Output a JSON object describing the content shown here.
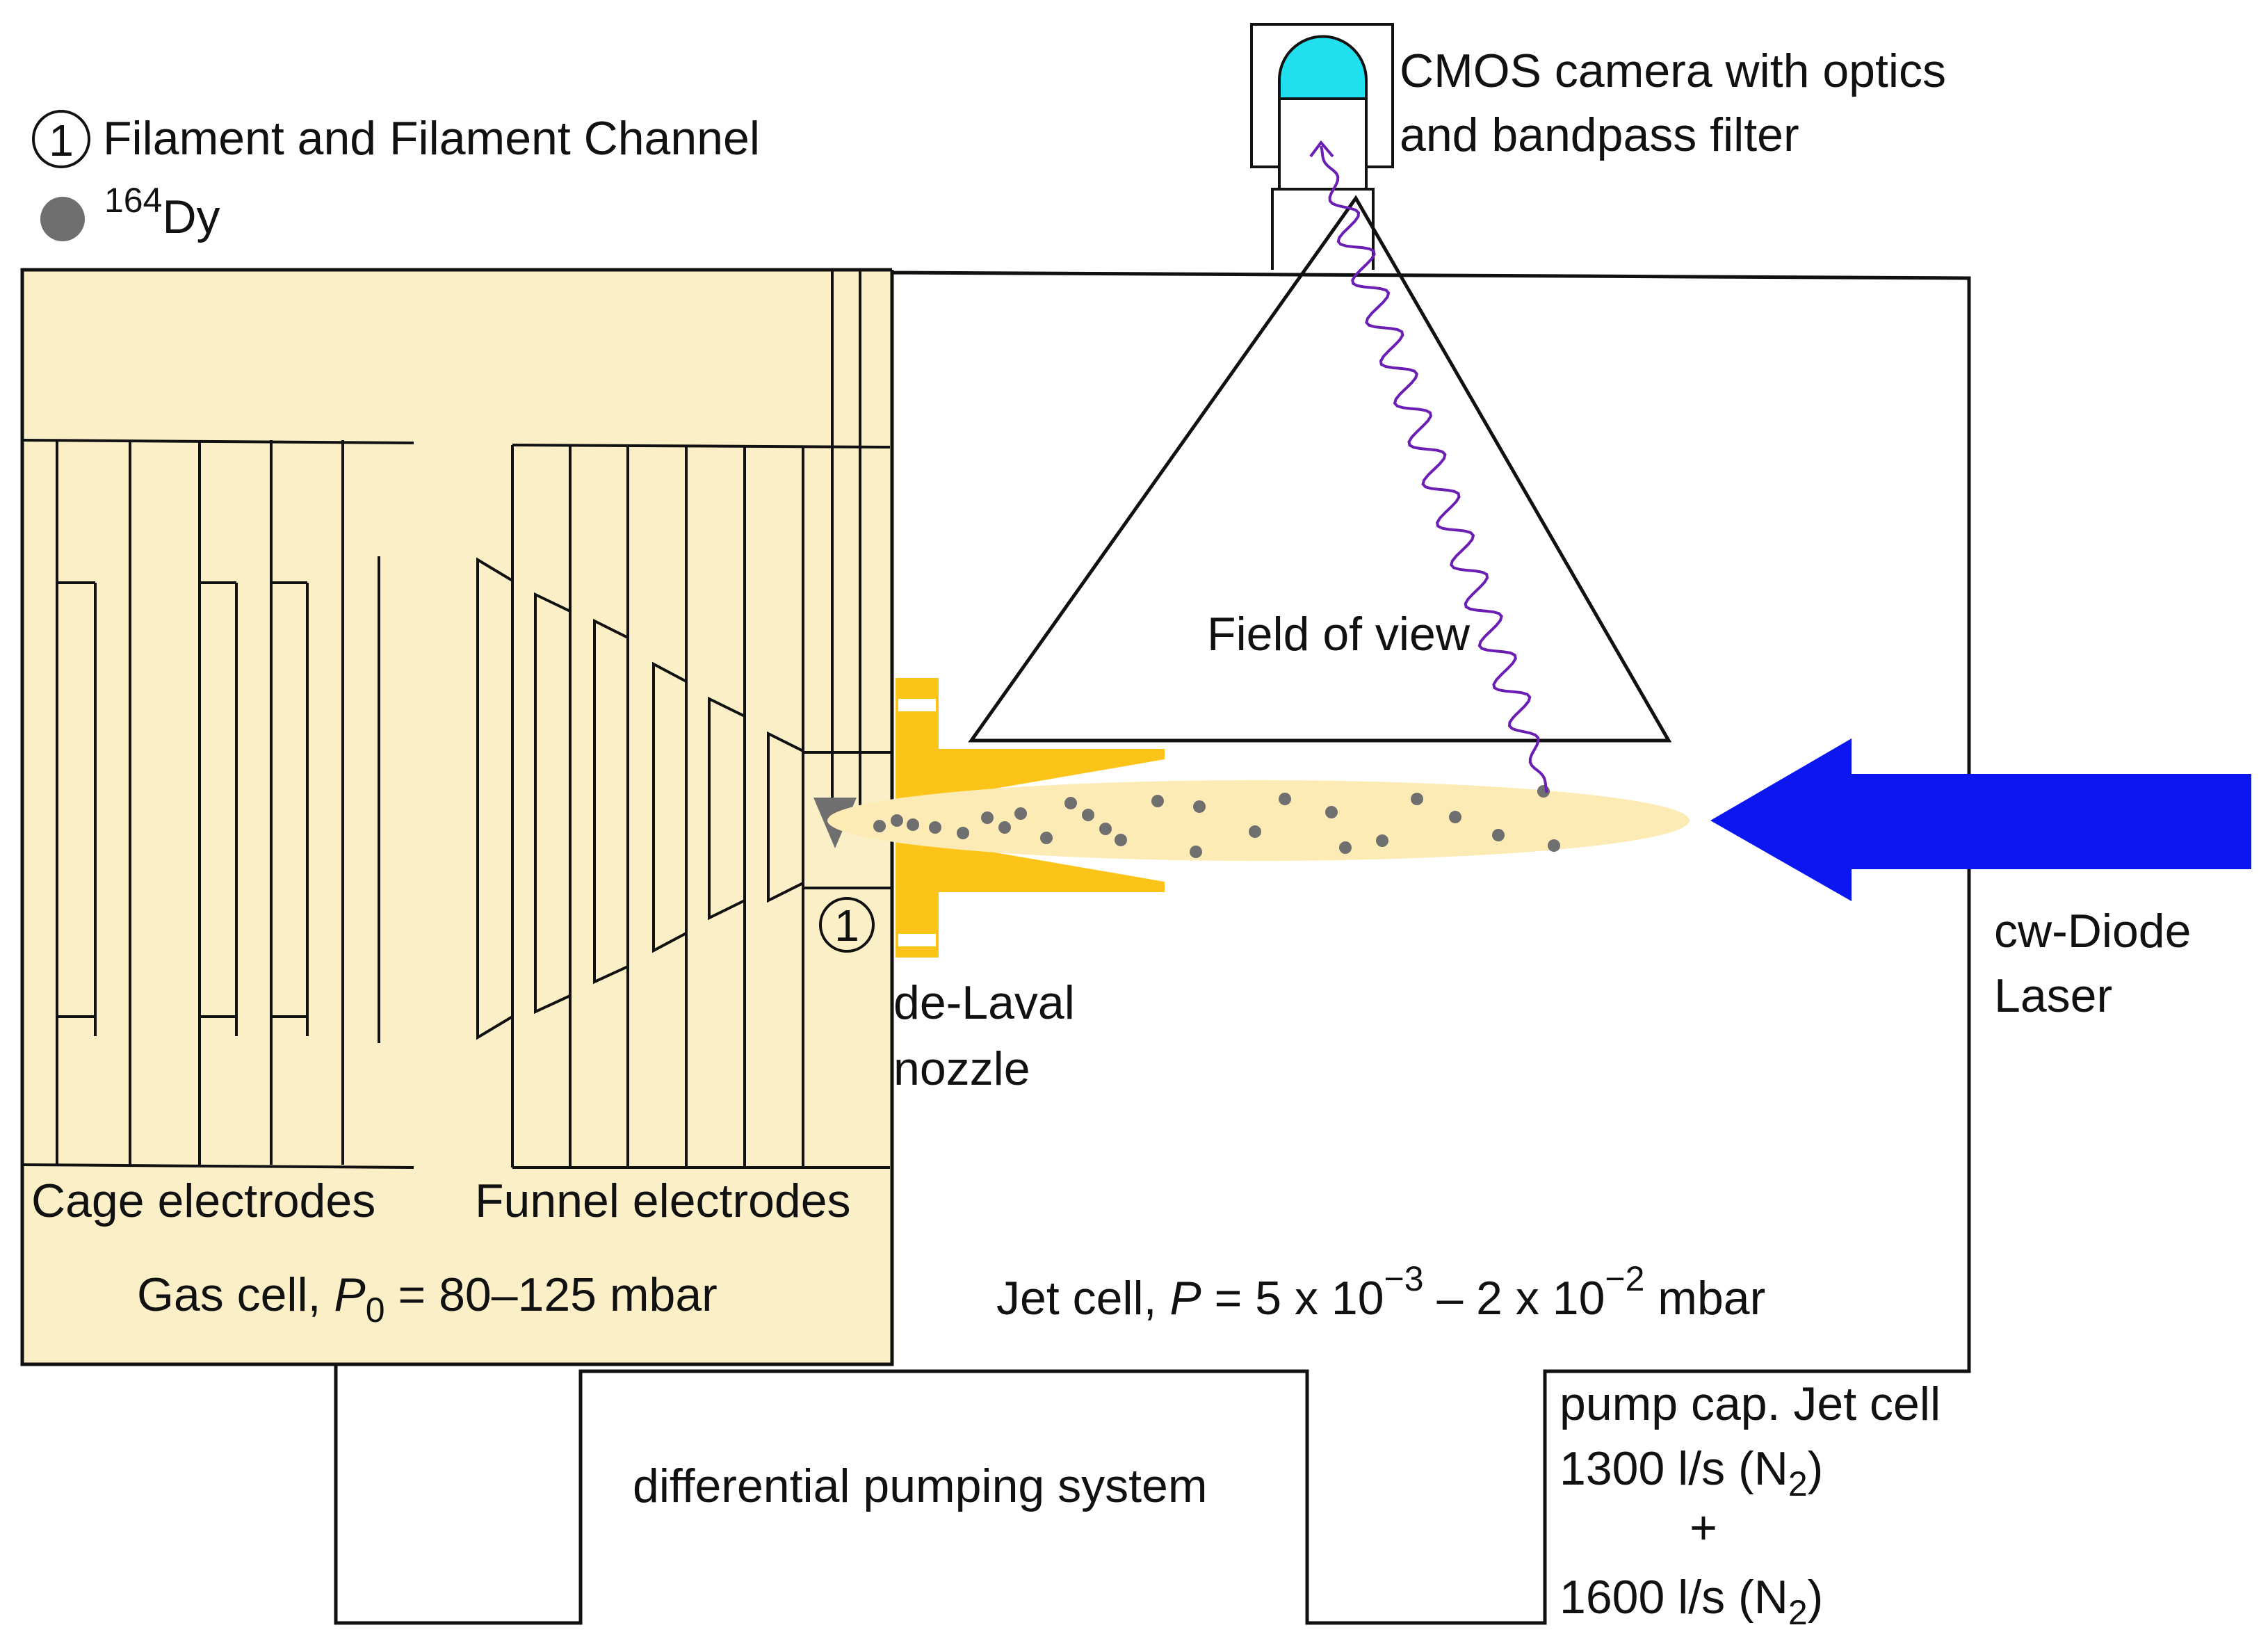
{
  "legend": {
    "marker_one": "1",
    "filament_label": "Filament and Filament Channel",
    "isotope_mass": "164",
    "isotope_symbol": "Dy"
  },
  "camera": {
    "line1": "CMOS camera with optics",
    "line2": "and bandpass filter"
  },
  "field_of_view": "Field of view",
  "nozzle": {
    "line1": "de-Laval",
    "line2": "nozzle",
    "marker": "1"
  },
  "laser": {
    "line1": "cw-Diode",
    "line2": "Laser"
  },
  "electrodes": {
    "cage": "Cage electrodes",
    "funnel": "Funnel electrodes"
  },
  "gas_cell": {
    "prefix": "Gas cell, ",
    "var": "P",
    "sub": "0",
    "suffix": " = 80–125 mbar"
  },
  "jet_cell": {
    "prefix": "Jet cell, ",
    "var": "P",
    "mid1": " = 5 x 10",
    "exp1": "−3",
    "mid2": " – 2 x 10",
    "exp2": "−2",
    "suffix": " mbar"
  },
  "differential_pumping": "differential pumping system",
  "pump_capacity": {
    "line1": "pump cap. Jet cell",
    "rate1": "1300 l/s (N",
    "sub1": "2",
    "close1": ")",
    "plus": "+",
    "rate2": "1600 l/s (N",
    "sub2": "2",
    "close2": ")"
  },
  "colors": {
    "gas_cell_fill": "#fbefc8",
    "nozzle": "#fcc419",
    "plume": "#fcebb4",
    "laser_arrow": "#0b16f0",
    "camera_lens": "#20e0f0",
    "photon": "#6a1eb4",
    "atom": "#6f6f6f",
    "filament": "#6f6f6f"
  }
}
